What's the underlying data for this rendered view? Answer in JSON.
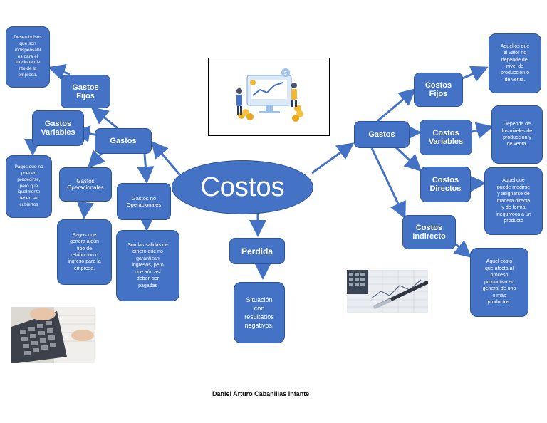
{
  "center": "Costos",
  "left": {
    "branch": "Gastos",
    "fijos": "Gastos\nFijos",
    "fijos_note": "Desembolsos\nque son\nindispensabl\nes para el\nfuncionamie\nnto de la\nempresa.",
    "variables": "Gastos\nVariables",
    "variables_note": "Pagos que no\npueden\npredecirse,\npero que\nigualmente\ndeben ser\ncubiertos",
    "operacionales": "Gastos\nOperacionales",
    "operacionales_note": "Pagos que\ngenera algún\ntipo de\nretribución o\ningreso para la\nempresa.",
    "no_operacionales": "Gastos no\nOperacionales",
    "no_operacionales_note": "Son las salidas de\ndinero que no\ngarantizan\ningresos, pero\nque aún así\ndeben ser\npagadas"
  },
  "bottom": {
    "perdida": "Perdida",
    "perdida_note": "Situación\ncon\nresultados\nnegativos."
  },
  "right": {
    "branch": "Gastos",
    "fijos": "Costos\nFijos",
    "fijos_note": "Aquellos que\nel valor no\ndepende del\nnivel de\nproducción o\nde venta.",
    "variables": "Costos\nVariables",
    "variables_note": "Depende de\nlos niveles de\nproducción y\nde venta.",
    "directos": "Costos\nDirectos",
    "directos_note": "Aquel que\npuede medirse\ny asignarse de\nmanera directa\ny de forma\ninequívoca a un\nproducto",
    "indirecto": "Costos\nIndirecto",
    "indirecto_note": "Aquel costo\nque afecta al\nproceso\nproductivo en\ngeneral de uno\no más\nproductos."
  },
  "images": {
    "top_center": "finance-team-illustration",
    "bottom_right": "pen-and-chart-photo",
    "bottom_left": "calculator-photo"
  },
  "author": "Daniel Arturo Cabanillas Infante",
  "colors": {
    "node": "#4472c4",
    "border": "#2f5597",
    "text": "#ffffff"
  }
}
